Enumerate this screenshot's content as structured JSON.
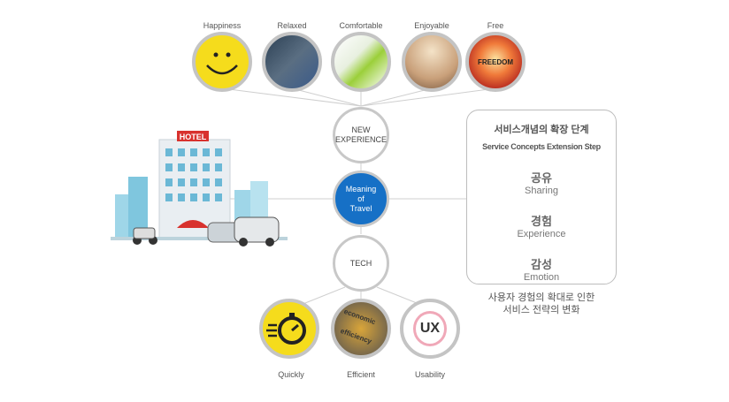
{
  "top_items": [
    {
      "label": "Happiness",
      "icon": "smiley-icon"
    },
    {
      "label": "Relaxed",
      "icon": "yoga-photo"
    },
    {
      "label": "Comfortable",
      "icon": "scissors-photo"
    },
    {
      "label": "Enjoyable",
      "icon": "crowd-photo"
    },
    {
      "label": "Free",
      "icon": "freedom-photo",
      "photo_text": "FREEDOM"
    }
  ],
  "nodes": {
    "new_experience": "NEW EXPERIENCE",
    "center_line1": "Meaning",
    "center_line2": "of",
    "center_line3": "Travel",
    "tech": "TECH"
  },
  "hotel_sign": "HOTEL",
  "bottom_items": [
    {
      "label": "Quickly",
      "icon": "stopwatch-icon"
    },
    {
      "label": "Efficient",
      "icon": "gears-photo",
      "photo_text1": "economic",
      "photo_text2": "efficiency"
    },
    {
      "label": "Usability",
      "icon": "ux-icon",
      "photo_text": "UX"
    }
  ],
  "panel": {
    "title_ko": "서비스개념의 확장 단계",
    "title_en": "Service Concepts Extension Step",
    "steps": [
      {
        "ko": "공유",
        "en": "Sharing"
      },
      {
        "ko": "경험",
        "en": "Experience"
      },
      {
        "ko": "감성",
        "en": "Emotion"
      }
    ]
  },
  "caption_line1": "사용자 경험의 확대로 인한",
  "caption_line2": "서비스 전략의 변화",
  "colors": {
    "accent": "#1670c6",
    "border": "#c4c4c4"
  }
}
